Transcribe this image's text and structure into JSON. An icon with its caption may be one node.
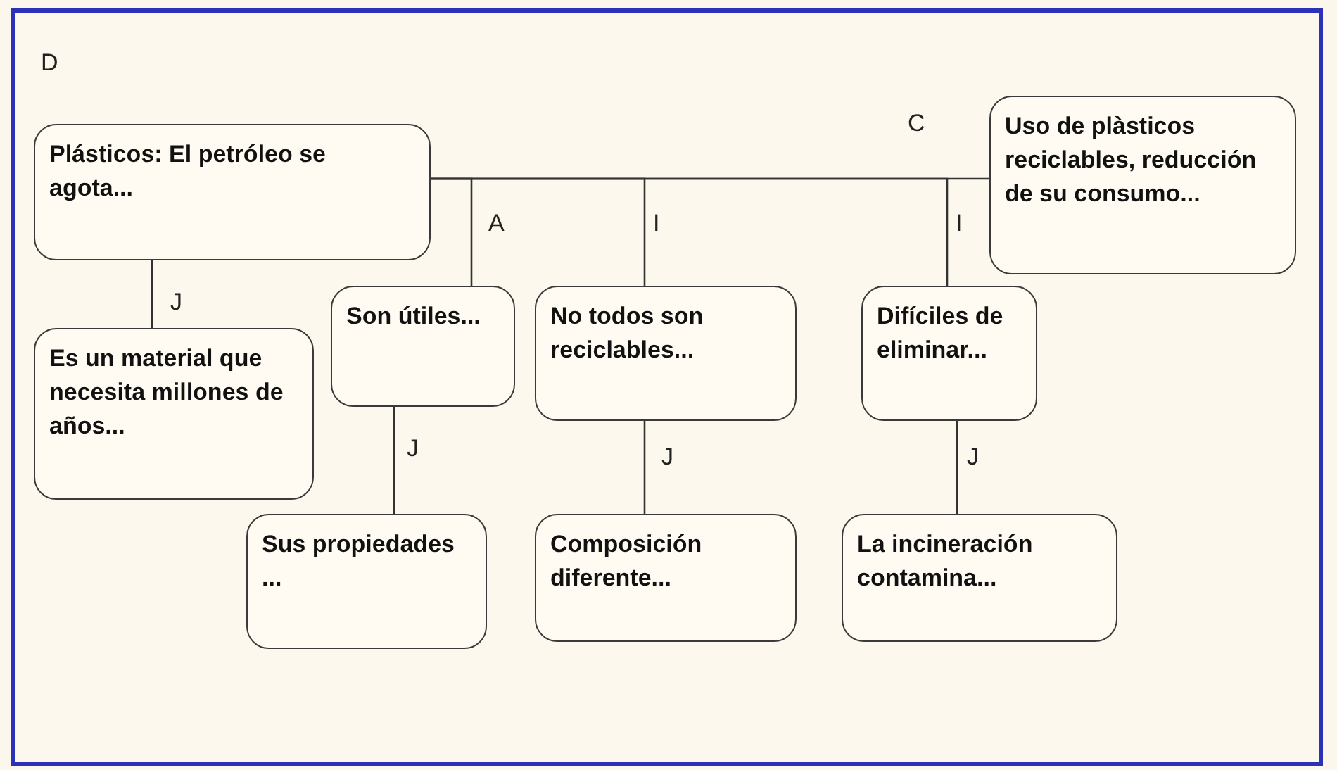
{
  "diagram": {
    "nodes": [
      {
        "text": [
          "Plásticos: El petróleo se agota..."
        ]
      },
      {
        "text": [
          "Uso de plàsticos reciclables, reducción de su consumo..."
        ]
      },
      {
        "text": [
          "Son útiles..."
        ]
      },
      {
        "text": [
          "No todos son reciclables..."
        ]
      },
      {
        "text": [
          "Difíciles de eliminar..."
        ]
      },
      {
        "text": [
          "Es un material que necesita millones de años..."
        ]
      },
      {
        "text": [
          "Sus propiedades ..."
        ]
      },
      {
        "text": [
          "Composición diferente..."
        ]
      },
      {
        "text": [
          "La incineración contamina..."
        ]
      }
    ],
    "edges": [
      {
        "from": 0,
        "to": 1,
        "arrow": "none",
        "label": "C"
      },
      {
        "from": 0,
        "to": 2,
        "arrow": "none",
        "label": "A"
      },
      {
        "from": 0,
        "to": 3,
        "arrow": "none",
        "label": "I"
      },
      {
        "from": 0,
        "to": 4,
        "arrow": "none",
        "label": "I"
      },
      {
        "from": 0,
        "to": 5,
        "arrow": "none",
        "label": "J"
      },
      {
        "from": 2,
        "to": 6,
        "arrow": "none",
        "label": "J"
      },
      {
        "from": 3,
        "to": 7,
        "arrow": "none",
        "label": "J"
      },
      {
        "from": 4,
        "to": 8,
        "arrow": "none",
        "label": "J"
      }
    ],
    "labels": [
      "D"
    ]
  }
}
